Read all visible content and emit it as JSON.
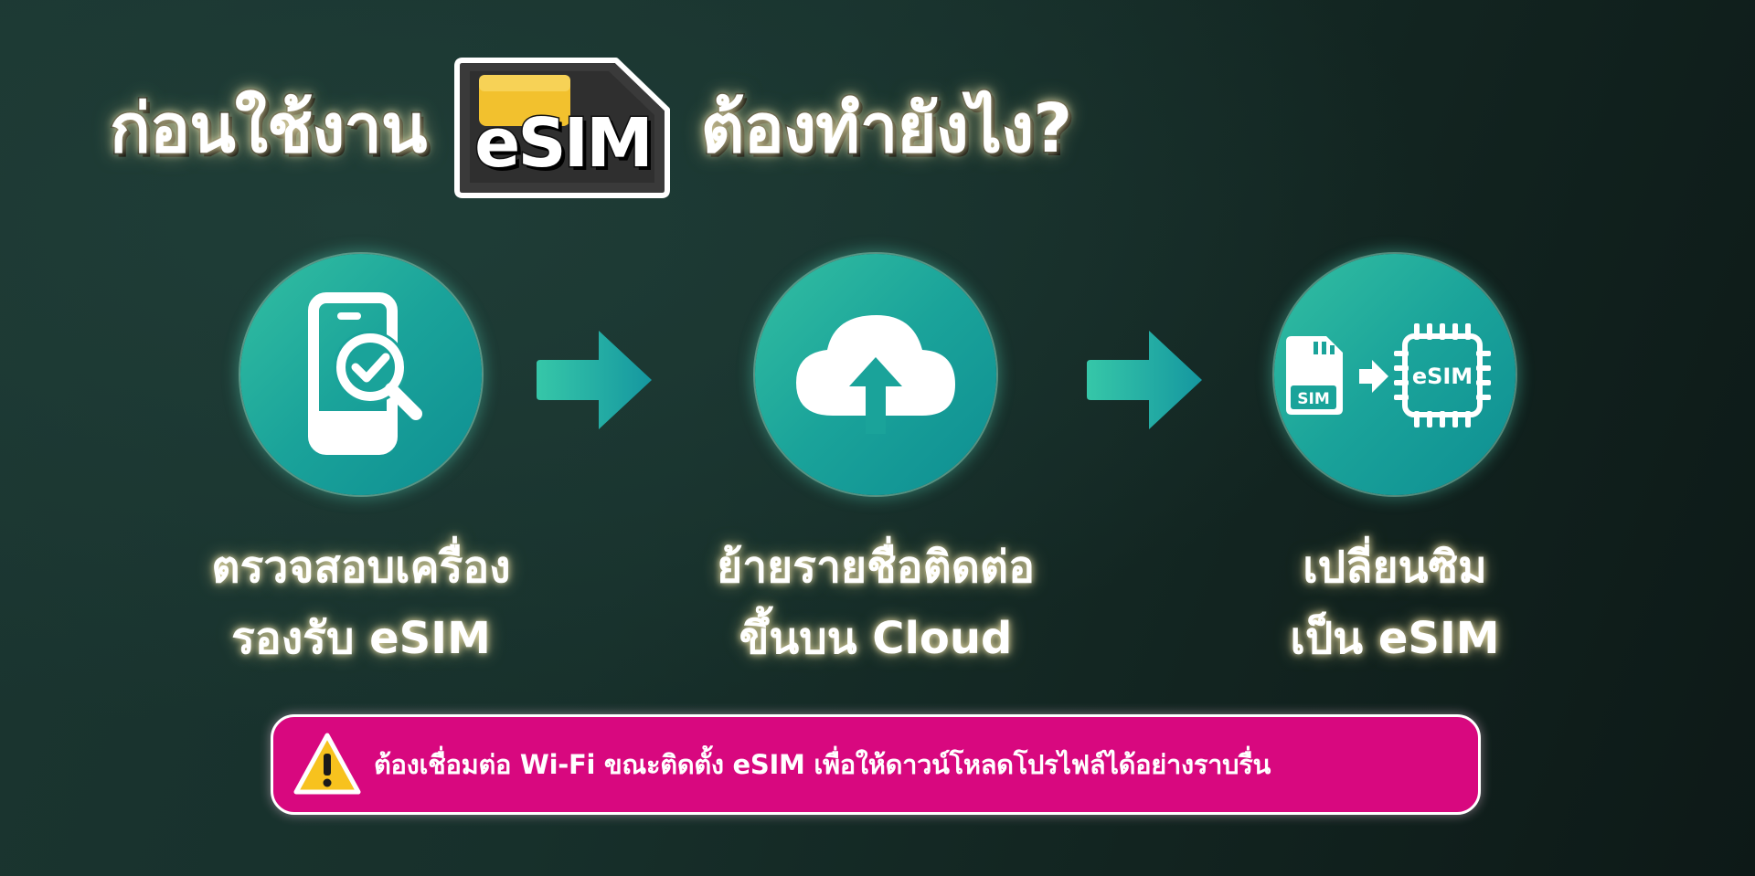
{
  "title": {
    "before": "ก่อนใช้งาน",
    "sim_text": "eSIM",
    "after": "ต้องทำยังไง?"
  },
  "steps": [
    {
      "icon": "phone-search-check-icon",
      "line1": "ตรวจสอบเครื่อง",
      "line2": "รองรับ eSIM"
    },
    {
      "icon": "cloud-upload-icon",
      "line1": "ย้ายรายชื่อติดต่อ",
      "line2": "ขึ้นบน Cloud"
    },
    {
      "icon": "sim-to-esim-icon",
      "line1": "เปลี่ยนซิม",
      "line2": "เป็น eSIM",
      "sim_label": "SIM",
      "esim_label": "eSIM"
    }
  ],
  "notice": {
    "icon": "warning-icon",
    "text": "ต้องเชื่อมต่อ Wi-Fi ขณะติดตั้ง eSIM เพื่อให้ดาวน์โหลดโปรไฟล์ได้อย่างราบรื่น"
  },
  "colors": {
    "background": "#17302b",
    "teal": "#1aa39a",
    "notice_bg": "#d8087f",
    "sim_chip": "#f2c12e",
    "sim_body": "#3a3a3a"
  }
}
